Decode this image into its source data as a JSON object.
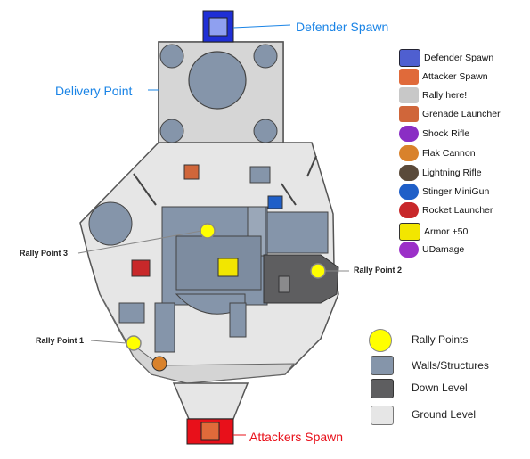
{
  "callouts": {
    "defender_spawn": "Defender Spawn",
    "delivery_point": "Delivery Point",
    "attackers_spawn": "Attackers Spawn",
    "rally_point_1": "Rally Point 1",
    "rally_point_2": "Rally Point 2",
    "rally_point_3": "Rally Point 3"
  },
  "icon_legend": [
    {
      "label": "Defender Spawn",
      "icon": "defender-spawn-icon",
      "color": "#4f5fd0"
    },
    {
      "label": "Attacker Spawn",
      "icon": "attacker-spawn-icon",
      "color": "#e06a3a"
    },
    {
      "label": "Rally here!",
      "icon": "rally-here-icon",
      "color": "#c8c8c8"
    },
    {
      "label": "Grenade Launcher",
      "icon": "grenade-launcher-icon",
      "color": "#d0663a"
    },
    {
      "label": "Shock Rifle",
      "icon": "shock-rifle-icon",
      "color": "#8a2ec4"
    },
    {
      "label": "Flak Cannon",
      "icon": "flak-cannon-icon",
      "color": "#d9822b"
    },
    {
      "label": "Lightning Rifle",
      "icon": "lightning-rifle-icon",
      "color": "#5a4a3a"
    },
    {
      "label": "Stinger MiniGun",
      "icon": "stinger-minigun-icon",
      "color": "#1f5fc8"
    },
    {
      "label": "Rocket Launcher",
      "icon": "rocket-launcher-icon",
      "color": "#c8282a"
    },
    {
      "label": "Armor +50",
      "icon": "armor-icon",
      "color": "#f2e600"
    },
    {
      "label": "UDamage",
      "icon": "udamage-icon",
      "color": "#9b30c8"
    }
  ],
  "area_key": [
    {
      "label": "Rally Points",
      "swatch": "rally-point-swatch",
      "color": "#ffff00"
    },
    {
      "label": "Walls/Structures",
      "swatch": "walls-swatch",
      "color": "#8595aa"
    },
    {
      "label": "Down Level",
      "swatch": "down-level-swatch",
      "color": "#5e5e60"
    },
    {
      "label": "Ground Level",
      "swatch": "ground-level-swatch",
      "color": "#e6e6e6"
    }
  ],
  "colors": {
    "ground": "#e6e6e6",
    "structure": "#8595aa",
    "down_level": "#5e5e60",
    "defender_spawn": "#1f2fd6",
    "attacker_spawn": "#e8101a",
    "rally": "#ffff00",
    "callout_blue": "#1a84e6"
  }
}
